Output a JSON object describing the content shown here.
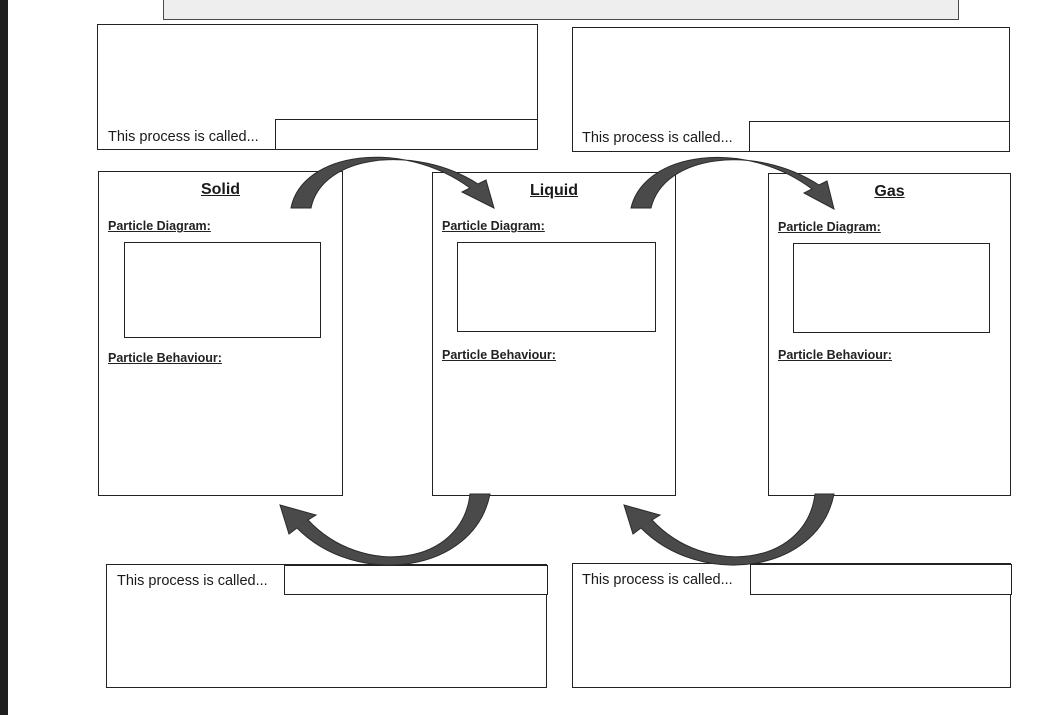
{
  "process_label": "This process is called...",
  "states": {
    "solid": {
      "title": "Solid",
      "diagram_label": "Particle Diagram:",
      "behaviour_label": "Particle Behaviour:"
    },
    "liquid": {
      "title": "Liquid",
      "diagram_label": "Particle Diagram:",
      "behaviour_label": "Particle Behaviour:"
    },
    "gas": {
      "title": "Gas",
      "diagram_label": "Particle Diagram:",
      "behaviour_label": "Particle Behaviour:"
    }
  },
  "arrow_color": "#4a4a4a"
}
